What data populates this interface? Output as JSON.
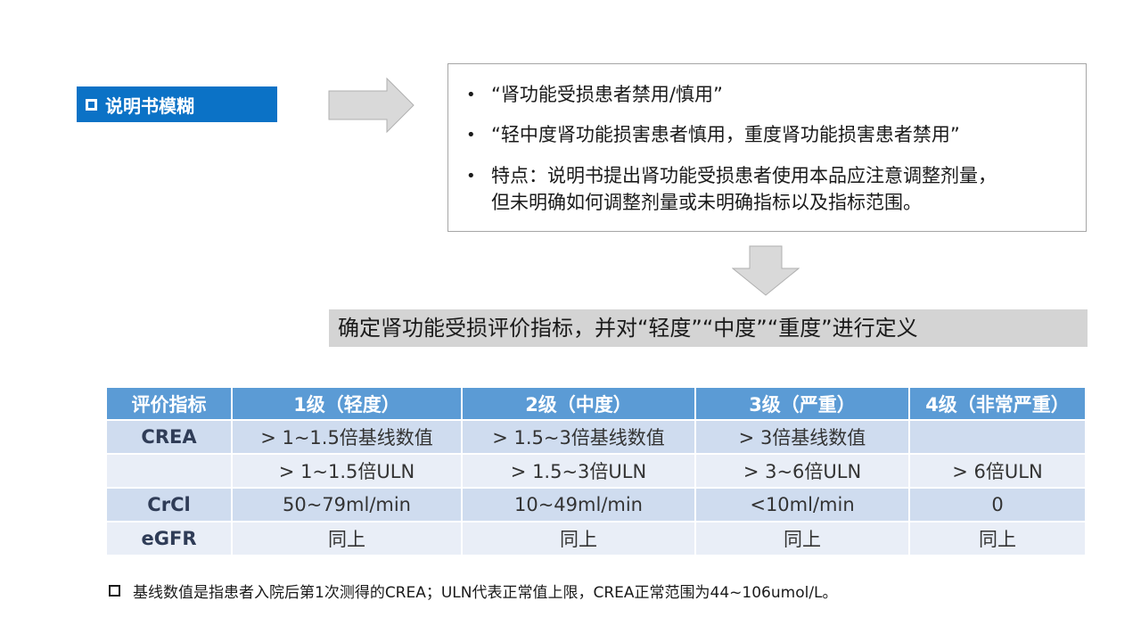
{
  "tag": {
    "label": "说明书模糊"
  },
  "callout": {
    "items": [
      "“肾功能受损患者禁用/慎用”",
      "“轻中度肾功能损害患者慎用，重度肾功能损害患者禁用”",
      "特点：说明书提出肾功能受损患者使用本品应注意调整剂量，",
      "但未明确如何调整剂量或未明确指标以及指标范围。"
    ]
  },
  "banner": {
    "text": "确定肾功能受损评价指标，并对“轻度”“中度”“重度”进行定义"
  },
  "table": {
    "headers": [
      "评价指标",
      "1级（轻度）",
      "2级（中度）",
      "3级（严重）",
      "4级（非常严重）"
    ],
    "rows": [
      [
        "CREA",
        "> 1~1.5倍基线数值",
        "> 1.5~3倍基线数值",
        "> 3倍基线数值",
        ""
      ],
      [
        "",
        "> 1~1.5倍ULN",
        "> 1.5~3倍ULN",
        "> 3~6倍ULN",
        "> 6倍ULN"
      ],
      [
        "CrCl",
        "50~79ml/min",
        "10~49ml/min",
        "<10ml/min",
        "0"
      ],
      [
        "eGFR",
        "同上",
        "同上",
        "同上",
        "同上"
      ]
    ]
  },
  "footnote": {
    "text": "基线数值是指患者入院后第1次测得的CREA；ULN代表正常值上限，CREA正常范围为44~106umol/L。"
  },
  "colors": {
    "tag": "#0b72c6",
    "header": "#5b9bd5",
    "row_dark": "#cfdcef",
    "row_light": "#e9eef7",
    "banner": "#d4d4d4"
  }
}
